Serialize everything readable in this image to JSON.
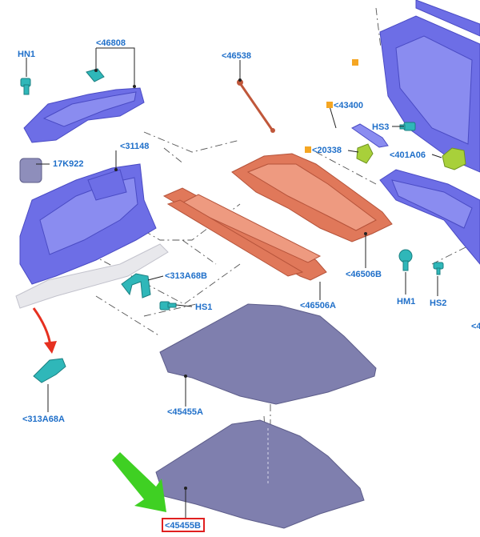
{
  "labels": {
    "hn1": "HN1",
    "p46808": "<46808",
    "p46538": "<46538",
    "p31148": "<31148",
    "p17k922": "17K922",
    "p43400": "<43400",
    "hs3": "HS3",
    "p20338": "<20338",
    "p401a06": "<401A06",
    "p313a68b": "<313A68B",
    "hs1": "HS1",
    "p46506b": "<46506B",
    "p46506a": "<46506A",
    "hm1": "HM1",
    "hs2": "HS2",
    "p45455a": "<45455A",
    "p313a68a": "<313A68A",
    "p45455b": "<45455B",
    "cut_right": "<4"
  },
  "colors": {
    "trim_blue": "#6d6ee6",
    "shelf_orange": "#e0785a",
    "floor_gray": "#7f7fae",
    "clip_teal": "#2fb7b9",
    "clip_green": "#a8d03a",
    "marker_orange": "#f5a623",
    "label_blue": "#1f6fc9",
    "highlight_red": "#e02020",
    "arrow_red": "#e63020",
    "arrow_green": "#3fd023"
  },
  "icons": {
    "marker": "orange-square-marker",
    "red_arrow": "curved-red-arrow",
    "green_arrow": "green-pointer-arrow"
  }
}
